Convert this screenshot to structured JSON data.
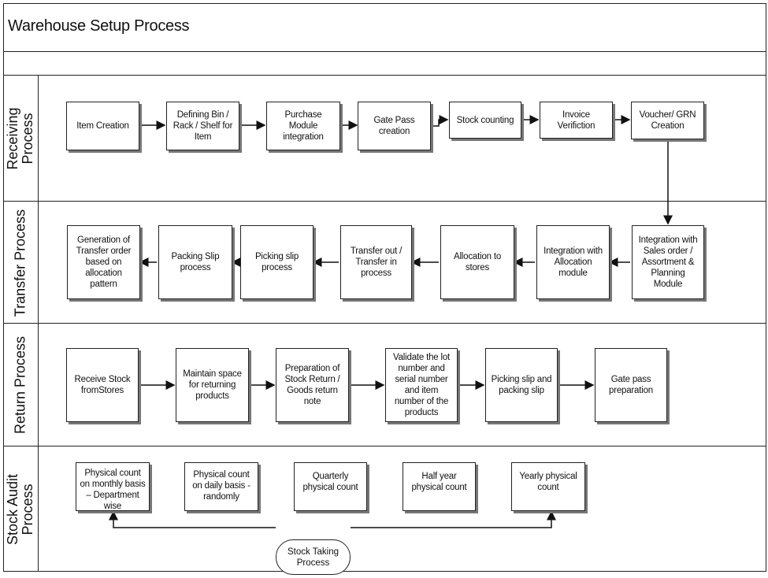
{
  "title": "Warehouse Setup Process",
  "lanes": {
    "receiving": "Receiving Process",
    "transfer": "Transfer Process",
    "return": "Return Process",
    "audit": "Stock Audit Process"
  },
  "receiving": {
    "item_creation": "Item Creation",
    "defining_bin": "Defining Bin / Rack / Shelf for Item",
    "purchase_module": "Purchase Module integration",
    "gate_pass_creation": "Gate Pass creation",
    "stock_counting": "Stock counting",
    "invoice_verification": "Invoice Verifiction",
    "voucher_grn": "Voucher/ GRN Creation"
  },
  "transfer": {
    "integration_sales": "Integration with Sales order / Assortment & Planning Module",
    "integration_allocation": "Integration with Allocation module",
    "allocation_stores": "Allocation to stores",
    "transfer_out_in": "Transfer out  / Transfer in process",
    "picking_slip": "Picking slip process",
    "packing_slip": "Packing Slip process",
    "generation_transfer_order": "Generation of Transfer order based on allocation pattern"
  },
  "return": {
    "receive_stock": "Receive Stock fromStores",
    "maintain_space": "Maintain space for returning products",
    "preparation_return": "Preparation of Stock Return / Goods return note",
    "validate_lot": "Validate the lot number and serial number and item number of the products",
    "picking_packing": "Picking slip and packing slip",
    "gate_pass_prep": "Gate pass preparation"
  },
  "audit": {
    "monthly": "Physical count on monthly basis – Department wise",
    "daily": "Physical count on daily basis - randomly",
    "quarterly": "Quarterly physical count",
    "half_year": "Half year physical count",
    "yearly": "Yearly physical count",
    "stock_taking": "Stock Taking Process"
  }
}
